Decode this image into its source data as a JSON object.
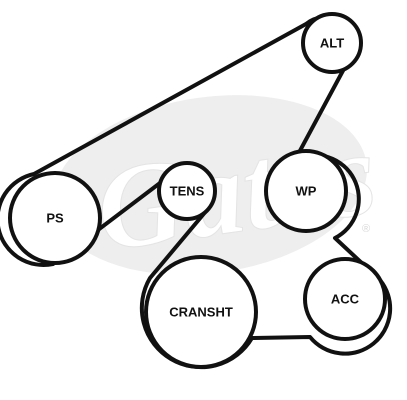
{
  "watermark": {
    "brand": "Gates",
    "registered_mark": "®"
  },
  "pulleys": [
    {
      "id": "alt",
      "label": "ALT"
    },
    {
      "id": "ps",
      "label": "PS"
    },
    {
      "id": "tens",
      "label": "TENS"
    },
    {
      "id": "wp",
      "label": "WP"
    },
    {
      "id": "acc",
      "label": "ACC"
    },
    {
      "id": "cransht",
      "label": "CRANSHT"
    }
  ],
  "colors": {
    "belt": "#111111",
    "watermark": "#eeeeee"
  }
}
